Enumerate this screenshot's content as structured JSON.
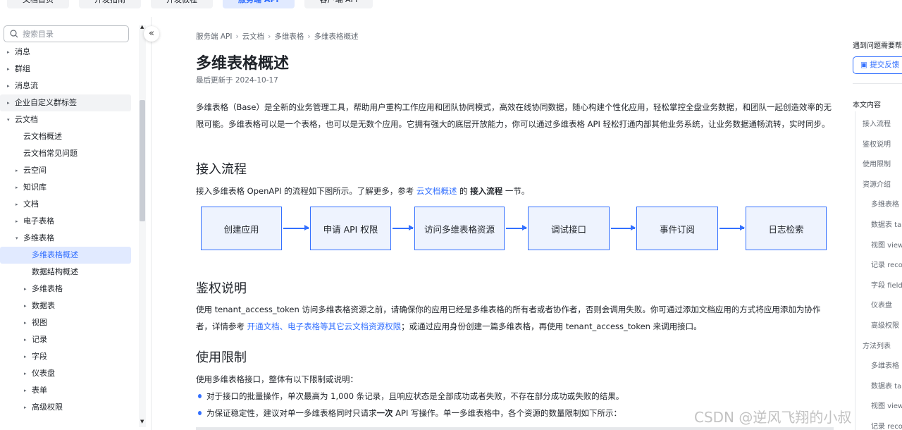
{
  "topnav": [
    "文档首页",
    "开发指南",
    "开发教程",
    "服务端 API",
    "客户端 API"
  ],
  "search_placeholder": "搜索目录",
  "tree": [
    {
      "label": "消息",
      "level": 0,
      "caret": "▸"
    },
    {
      "label": "群组",
      "level": 0,
      "caret": "▸"
    },
    {
      "label": "消息流",
      "level": 0,
      "caret": "▸"
    },
    {
      "label": "企业自定义群标签",
      "level": 0,
      "caret": "▸",
      "state": "hl"
    },
    {
      "label": "云文档",
      "level": 0,
      "caret": "▾"
    },
    {
      "label": "云文档概述",
      "level": 1,
      "caret": ""
    },
    {
      "label": "云文档常见问题",
      "level": 1,
      "caret": ""
    },
    {
      "label": "云空间",
      "level": 1,
      "caret": "▸"
    },
    {
      "label": "知识库",
      "level": 1,
      "caret": "▸"
    },
    {
      "label": "文档",
      "level": 1,
      "caret": "▸"
    },
    {
      "label": "电子表格",
      "level": 1,
      "caret": "▸"
    },
    {
      "label": "多维表格",
      "level": 1,
      "caret": "▾"
    },
    {
      "label": "多维表格概述",
      "level": 2,
      "caret": "",
      "state": "sel"
    },
    {
      "label": "数据结构概述",
      "level": 2,
      "caret": ""
    },
    {
      "label": "多维表格",
      "level": 2,
      "caret": "▸"
    },
    {
      "label": "数据表",
      "level": 2,
      "caret": "▸"
    },
    {
      "label": "视图",
      "level": 2,
      "caret": "▸"
    },
    {
      "label": "记录",
      "level": 2,
      "caret": "▸"
    },
    {
      "label": "字段",
      "level": 2,
      "caret": "▸"
    },
    {
      "label": "仪表盘",
      "level": 2,
      "caret": "▸"
    },
    {
      "label": "表单",
      "level": 2,
      "caret": "▸"
    },
    {
      "label": "高级权限",
      "level": 2,
      "caret": "▸"
    }
  ],
  "breadcrumb": [
    "服务端 API",
    "云文档",
    "多维表格",
    "多维表格概述"
  ],
  "title": "多维表格概述",
  "updated": "最后更新于 2024-10-17",
  "intro": "多维表格（Base）是全新的业务管理工具，帮助用户重构工作应用和团队协同模式，高效在线协同数据，随心构建个性化应用，轻松掌控全盘业务数据，和团队一起创造效率的无限可能。多维表格可以是一个表格，也可以是无数个应用。它拥有强大的底层开放能力，你可以通过多维表格 API 轻松打通内部其他业务系统，让业务数据通畅流转，实时同步。",
  "s1": {
    "title": "接入流程",
    "p_a": "接入多维表格 OpenAPI 的流程如下图所示。了解更多，参考 ",
    "link": "云文档概述",
    "p_b": " 的 ",
    "bold": "接入流程",
    "p_c": " 一节。"
  },
  "flow": [
    "创建应用",
    "申请 API 权限",
    "访问多维表格资源",
    "调试接口",
    "事件订阅",
    "日志检索"
  ],
  "s2": {
    "title": "鉴权说明",
    "p_a": "使用 tenant_access_token 访问多维表格资源之前，请确保你的应用已经是多维表格的所有者或者协作者，否则会调用失败。你可通过添加文档应用的方式将应用添加为协作者，详情参考 ",
    "link": "开通文档、电子表格等其它云文档资源权限",
    "p_b": "；或通过应用身份创建一篇多维表格，再使用 tenant_access_token 来调用接口。"
  },
  "s3": {
    "title": "使用限制",
    "p": "使用多维表格接口，整体有以下限制或说明：",
    "li1": "对于接口的批量操作，单次最高为 1,000 条记录，且响应状态是全部成功或者失败，不存在部分成功或失败的结果。",
    "li2_a": "为保证稳定性，建议对单一多维表格同时只请求",
    "li2_b": "一次",
    "li2_c": " API 写操作。单一多维表格中，各个资源的数量限制如下所示："
  },
  "toc": {
    "help": "遇到问题需要帮助？",
    "feedback": "提交反馈",
    "title": "本文内容",
    "items": [
      {
        "label": "接入流程",
        "level": 0
      },
      {
        "label": "鉴权说明",
        "level": 0
      },
      {
        "label": "使用限制",
        "level": 0
      },
      {
        "label": "资源介绍",
        "level": 0
      },
      {
        "label": "多维表格",
        "level": 1
      },
      {
        "label": "数据表 table",
        "level": 1
      },
      {
        "label": "视图 view",
        "level": 1
      },
      {
        "label": "记录 record",
        "level": 1
      },
      {
        "label": "字段 field",
        "level": 1
      },
      {
        "label": "仪表盘",
        "level": 1
      },
      {
        "label": "高级权限",
        "level": 1
      },
      {
        "label": "方法列表",
        "level": 0
      },
      {
        "label": "多维表格",
        "level": 1
      },
      {
        "label": "数据表 table",
        "level": 1
      },
      {
        "label": "视图 view",
        "level": 1
      },
      {
        "label": "记录 record",
        "level": 1
      }
    ]
  },
  "watermark": "CSDN @逆风飞翔的小叔"
}
